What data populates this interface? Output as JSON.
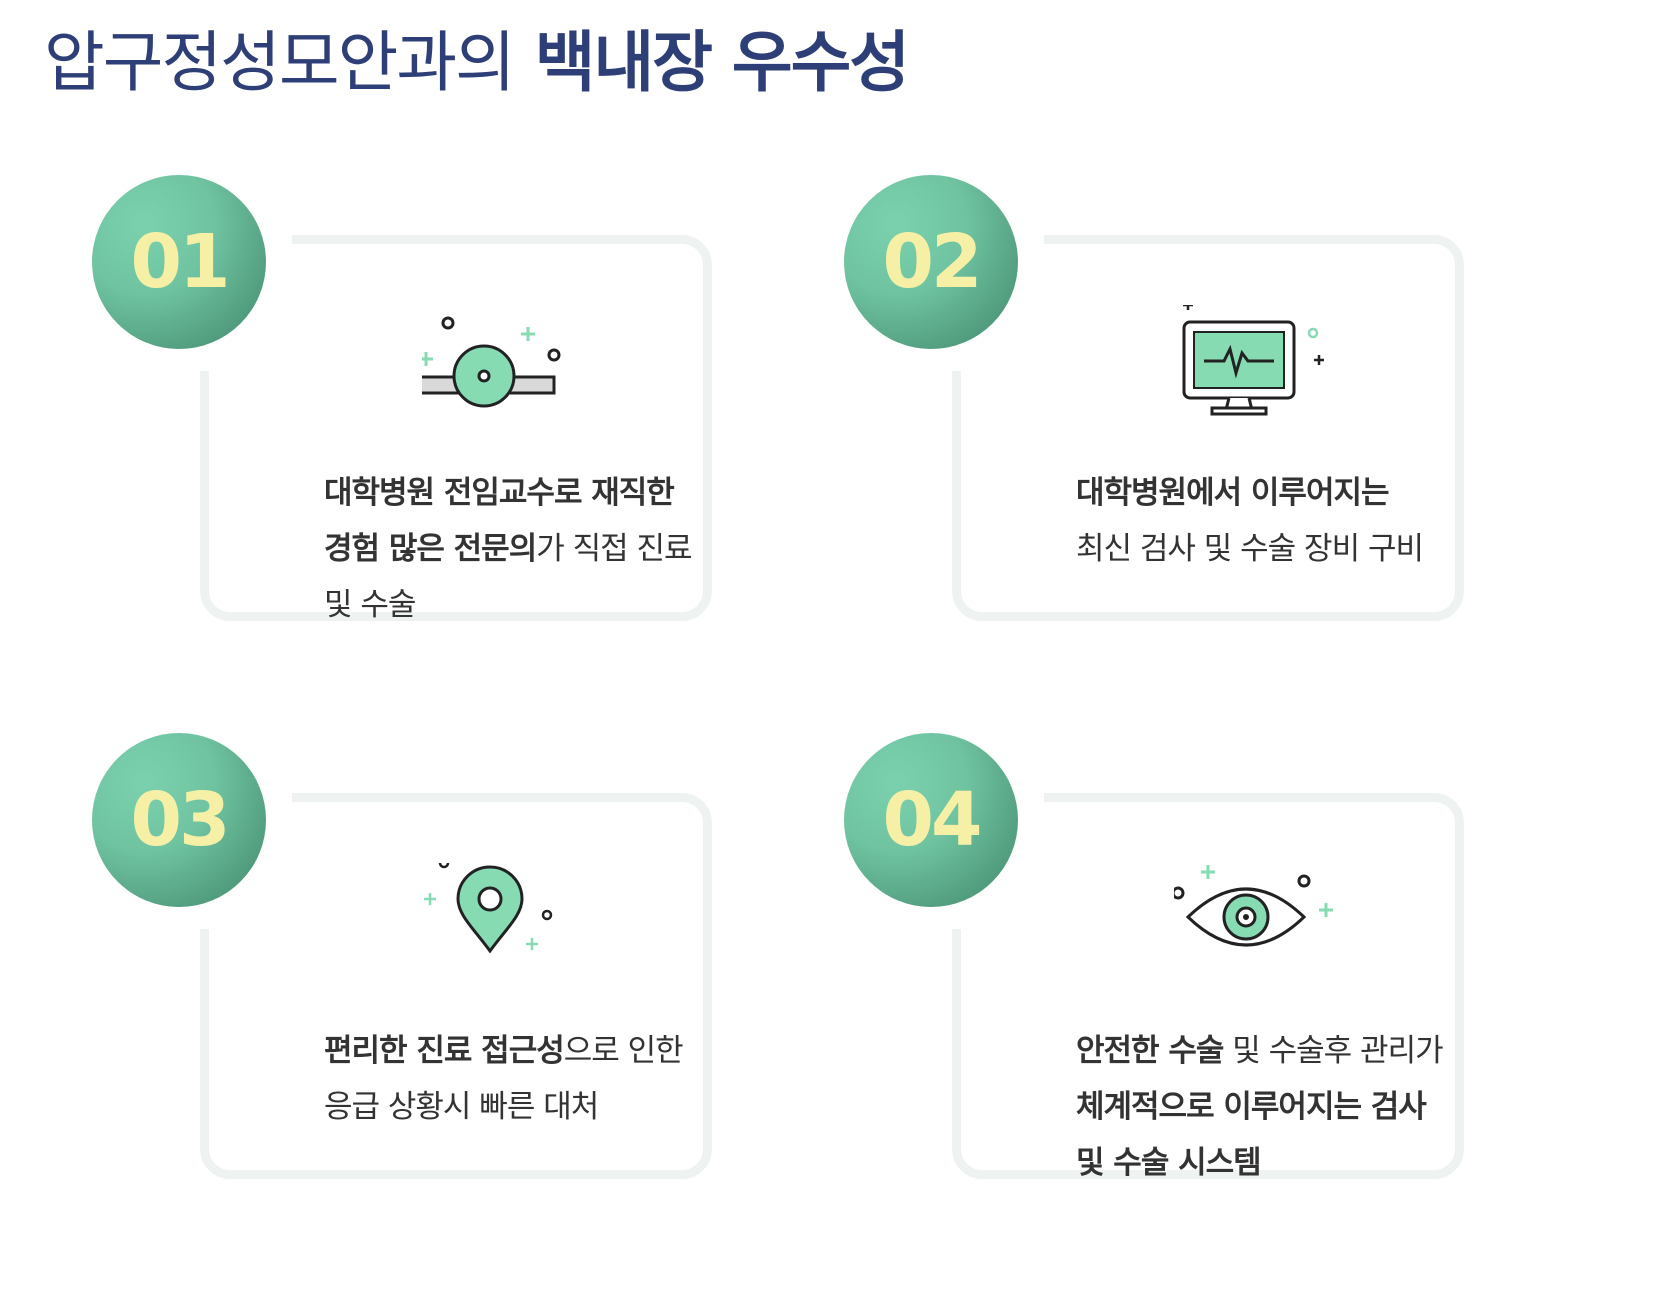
{
  "title": {
    "light": "압구정성모안과의",
    "strong": "백내장 우수성"
  },
  "colors": {
    "title": "#2e3f78",
    "badge": "#6fc3a0",
    "badge_number": "#f6f0a6",
    "icon_fill": "#86dbb3",
    "card_border": "#eef3f2"
  },
  "cards": [
    {
      "number": "01",
      "icon": "eye-lens-icon",
      "lines": [
        [
          {
            "text": "대학병원 전임교수로 재직한",
            "bold": true
          }
        ],
        [
          {
            "text": "경험 많은 전문의",
            "bold": true
          },
          {
            "text": "가 직접 진료",
            "bold": false
          }
        ],
        [
          {
            "text": "및 수술",
            "bold": false
          }
        ]
      ]
    },
    {
      "number": "02",
      "icon": "monitor-heartbeat-icon",
      "lines": [
        [
          {
            "text": "대학병원에서 이루어지는",
            "bold": true
          }
        ],
        [
          {
            "text": "최신 검사 및 수술 장비 구비",
            "bold": false
          }
        ]
      ]
    },
    {
      "number": "03",
      "icon": "location-pin-icon",
      "lines": [
        [
          {
            "text": "편리한 진료 접근성",
            "bold": true
          },
          {
            "text": "으로 인한",
            "bold": false
          }
        ],
        [
          {
            "text": "응급 상황시 빠른 대처",
            "bold": false
          }
        ]
      ]
    },
    {
      "number": "04",
      "icon": "eye-icon",
      "lines": [
        [
          {
            "text": "안전한 수술",
            "bold": true
          },
          {
            "text": " 및 수술후 관리가",
            "bold": false
          }
        ],
        [
          {
            "text": "체계적으로 이루어지는 검사",
            "bold": true
          }
        ],
        [
          {
            "text": "및 수술 시스템",
            "bold": true
          }
        ]
      ]
    }
  ]
}
